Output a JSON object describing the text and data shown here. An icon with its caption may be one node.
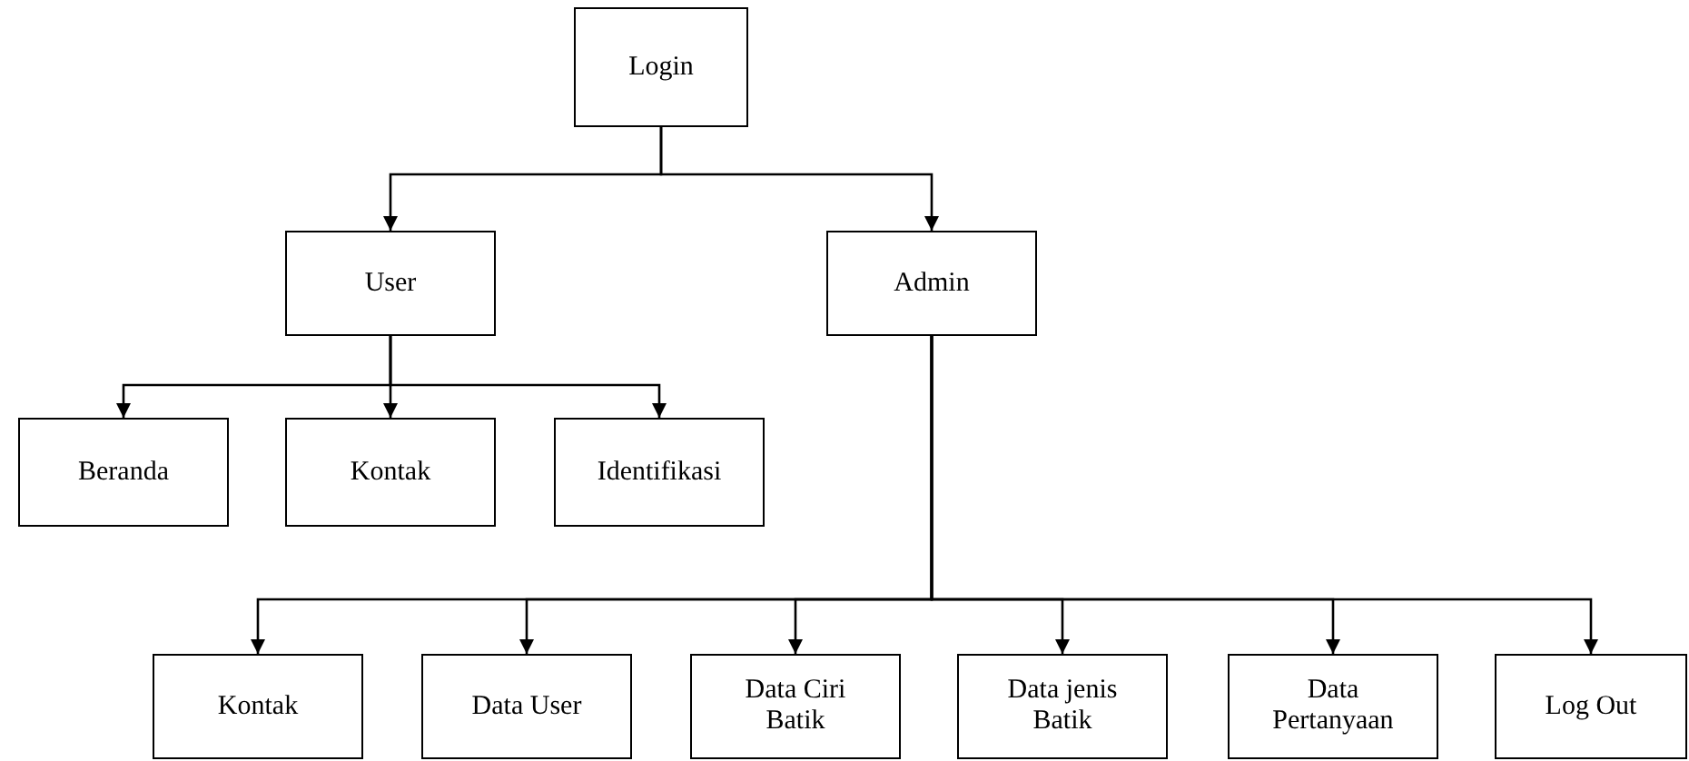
{
  "diagram": {
    "nodes": [
      {
        "text": [
          "Login"
        ]
      },
      {
        "text": [
          "User"
        ]
      },
      {
        "text": [
          "Admin"
        ]
      },
      {
        "text": [
          "Beranda"
        ]
      },
      {
        "text": [
          "Kontak"
        ]
      },
      {
        "text": [
          "Identifikasi"
        ]
      },
      {
        "text": [
          "Kontak"
        ]
      },
      {
        "text": [
          "Data User"
        ]
      },
      {
        "text": [
          "Data Ciri Batik"
        ]
      },
      {
        "text": [
          "Data jenis Batik"
        ]
      },
      {
        "text": [
          "Data Pertanyaan"
        ]
      },
      {
        "text": [
          "Log Out"
        ]
      }
    ],
    "edges": [
      {
        "from": 0,
        "to": 1,
        "arrow": "to"
      },
      {
        "from": 0,
        "to": 2,
        "arrow": "to"
      },
      {
        "from": 1,
        "to": 3,
        "arrow": "to"
      },
      {
        "from": 1,
        "to": 4,
        "arrow": "to"
      },
      {
        "from": 1,
        "to": 5,
        "arrow": "to"
      },
      {
        "from": 2,
        "to": 6,
        "arrow": "to"
      },
      {
        "from": 2,
        "to": 7,
        "arrow": "to"
      },
      {
        "from": 2,
        "to": 8,
        "arrow": "to"
      },
      {
        "from": 2,
        "to": 9,
        "arrow": "to"
      },
      {
        "from": 2,
        "to": 10,
        "arrow": "to"
      },
      {
        "from": 2,
        "to": 11,
        "arrow": "to"
      }
    ]
  }
}
